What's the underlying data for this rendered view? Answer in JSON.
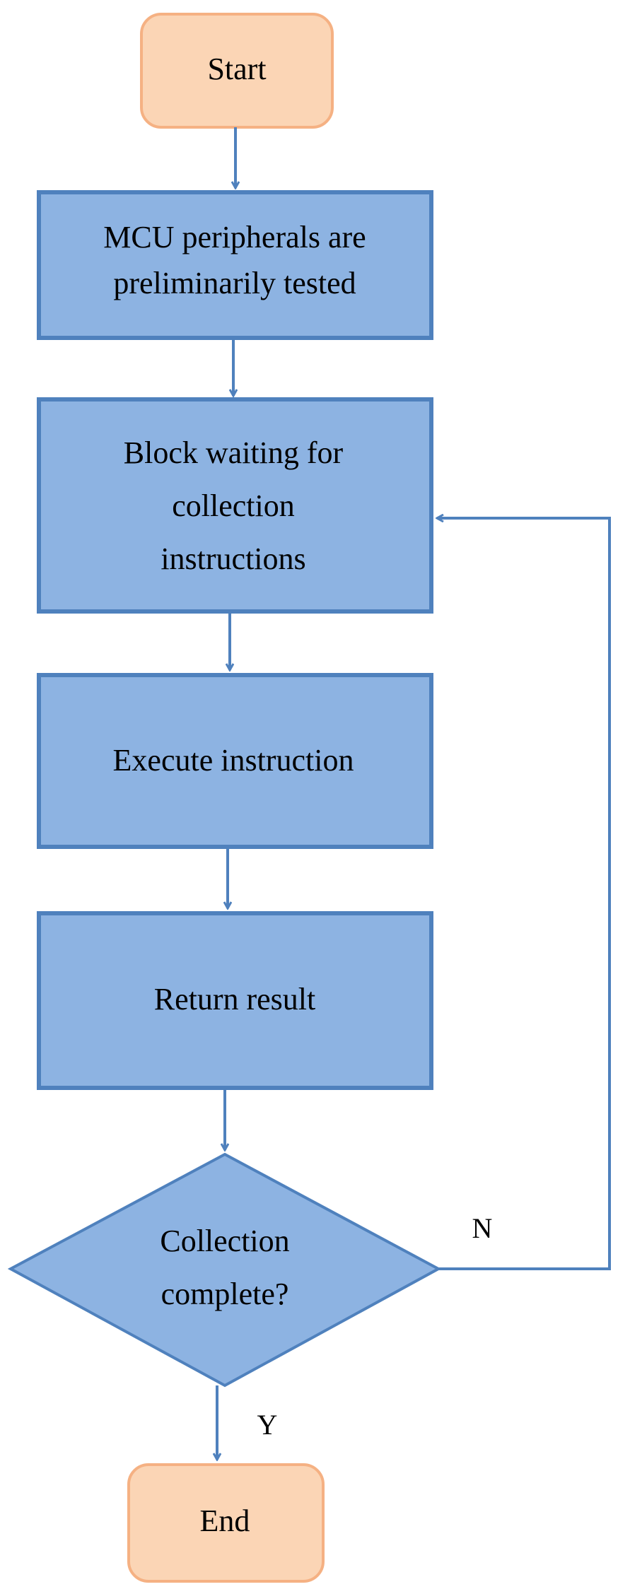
{
  "colors": {
    "process_fill": "#8db3e2",
    "process_stroke": "#4f81bd",
    "terminal_fill": "#fbd5b5",
    "terminal_stroke": "#f5b183",
    "arrow": "#4f81bd"
  },
  "nodes": {
    "start": {
      "label": "Start"
    },
    "test": {
      "lines": [
        "MCU peripherals are",
        "preliminarily tested"
      ]
    },
    "wait": {
      "lines": [
        "Block waiting for",
        "collection",
        "instructions"
      ]
    },
    "execute": {
      "label": "Execute instruction"
    },
    "result": {
      "label": "Return result"
    },
    "decision": {
      "lines": [
        "Collection",
        "complete?"
      ]
    },
    "end": {
      "label": "End"
    }
  },
  "edges": {
    "no_label": "N",
    "yes_label": "Y"
  }
}
